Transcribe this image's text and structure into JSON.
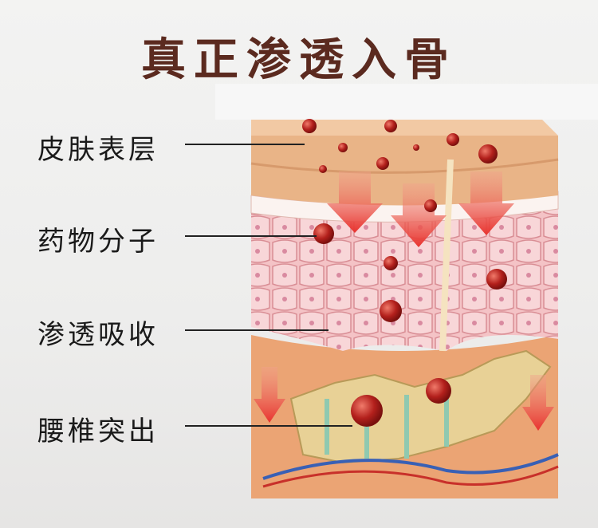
{
  "title": "真正渗透入骨",
  "labels": [
    {
      "text": "皮肤表层"
    },
    {
      "text": "药物分子"
    },
    {
      "text": "渗透吸收"
    },
    {
      "text": "腰椎突出"
    }
  ],
  "colors": {
    "title": "#5b2a1f",
    "skin": "#e9b487",
    "cells": "#f4c3c6",
    "tissue": "#eba474",
    "bone": "#e8d196",
    "arrow": "#e8322e",
    "molecule": "#b3201c"
  }
}
